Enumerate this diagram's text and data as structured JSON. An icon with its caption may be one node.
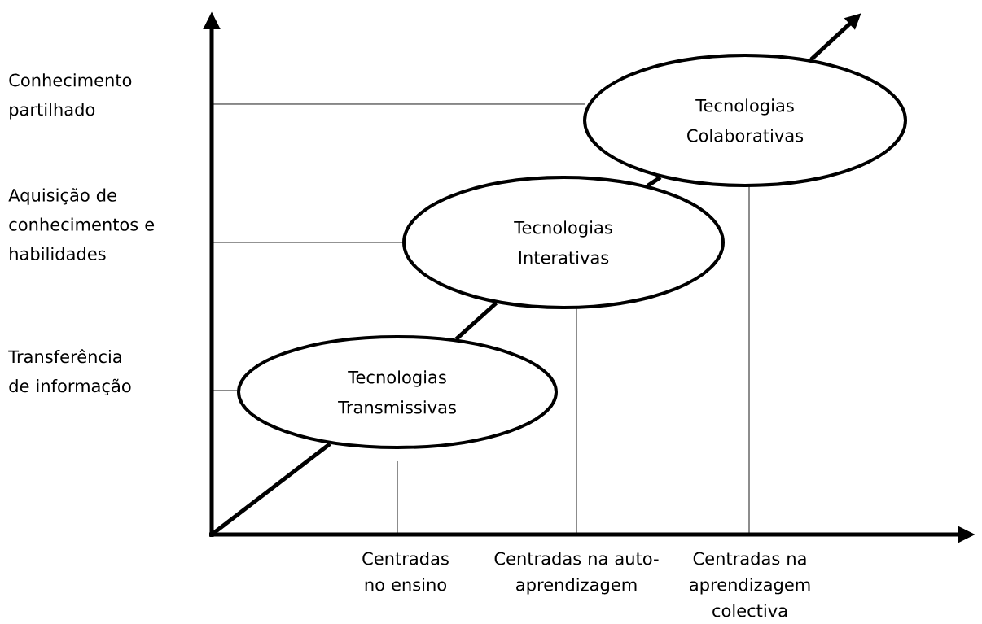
{
  "diagram": {
    "nodes": [
      {
        "text": [
          "Tecnologias Transmissivas"
        ]
      },
      {
        "text": [
          "Tecnologias Interativas"
        ]
      },
      {
        "text": [
          "Tecnologias Colaborativas"
        ]
      }
    ],
    "edges": [
      {
        "from": null,
        "to": 0,
        "arrow": "none"
      },
      {
        "from": 0,
        "to": 1,
        "arrow": "none"
      },
      {
        "from": 1,
        "to": 2,
        "arrow": "none"
      },
      {
        "from": 2,
        "to": null,
        "arrow": "to"
      }
    ],
    "labels": [
      "Conhecimento partilhado",
      "Aquisição de conhecimentos e habilidades",
      "Transferência de informação",
      "Centradas no ensino",
      "Centradas na auto-aprendizagem",
      "Centradas na aprendizagem colectiva"
    ]
  }
}
